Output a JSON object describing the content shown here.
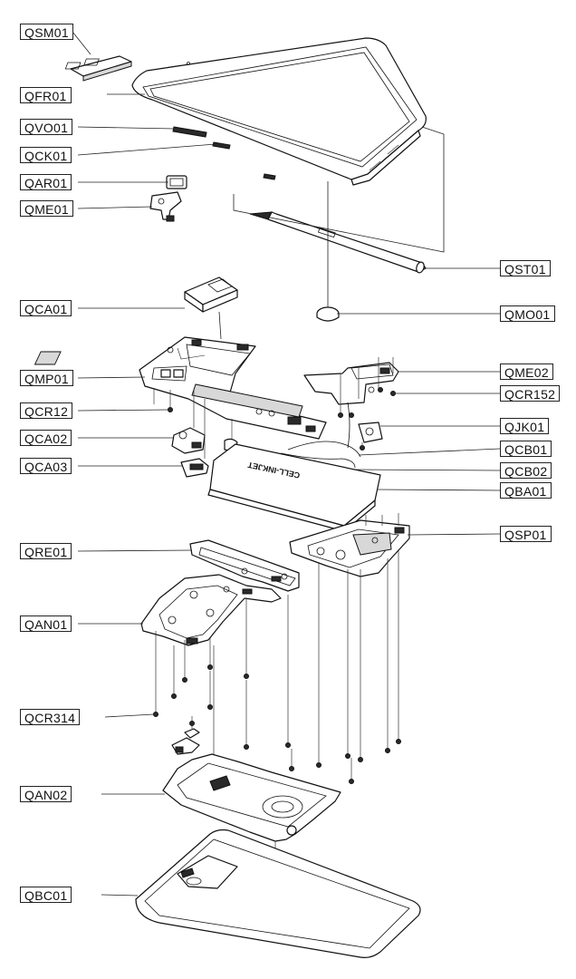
{
  "labels_left": [
    "QSM01",
    "QFR01",
    "QVO01",
    "QCK01",
    "QAR01",
    "QME01",
    "QCA01",
    "QMP01",
    "QCR12",
    "QCA02",
    "QCA03",
    "QRE01",
    "QAN01",
    "QCR314",
    "QAN02",
    "QBC01"
  ],
  "labels_right": [
    "QST01",
    "QMO01",
    "QME02",
    "QCR152",
    "QJK01",
    "QCB01",
    "QCB02",
    "QBA01",
    "QSP01"
  ],
  "battery_print": "CELL-INKJET",
  "colors": {
    "line": "#111111",
    "background": "#ffffff"
  }
}
